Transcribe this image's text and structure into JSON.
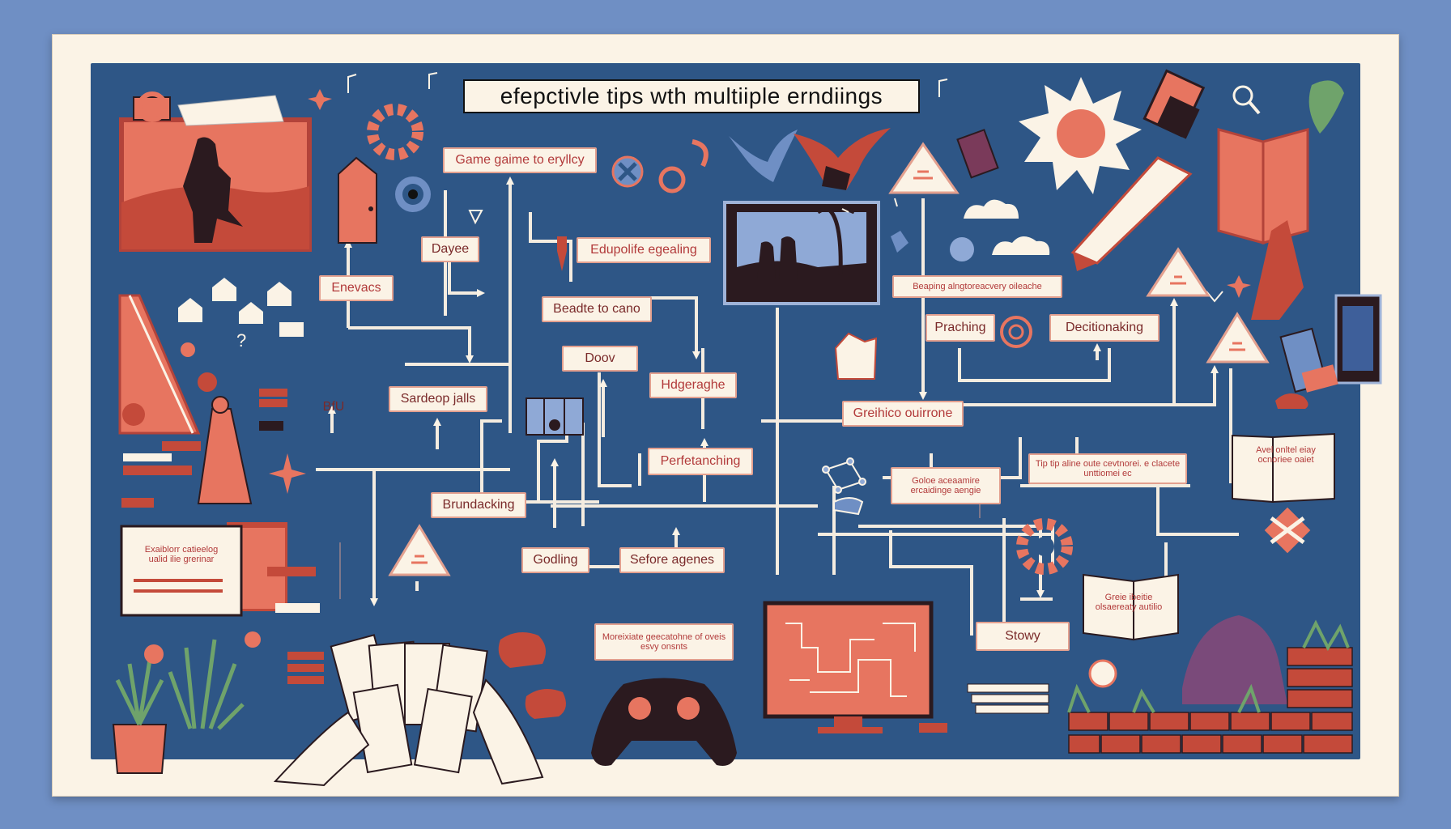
{
  "title": "efepctivle tips wth  multiiple erndiings",
  "nodes": {
    "game_story": "Game gaime to eryllcy",
    "dayee": "Dayee",
    "edupolife": "Edupolife egealing",
    "enevacs": "Enevacs",
    "beadte": "Beadte to cano",
    "doov": "Doov",
    "hdgeraghe": "Hdgeraghe",
    "sardeop": "Sardeop jalls",
    "bfu": "BfU",
    "perfetanching": "Perfetanching",
    "brundacking": "Brundacking",
    "godling": "Godling",
    "sefore": "Sefore agenes",
    "beaping": "Beaping alngtoreacvery oileache",
    "praching": "Praching",
    "decitionaking": "Decitionaking",
    "grelnico": "Greihico ouirrone",
    "goloe": "Goloe aceaamire ercaidinge aengie",
    "tip": "Tip tip aline oute cevtnorei. e clacete unttiomei ec",
    "avel": "Avel onltel eiay ocnoriee oaiet",
    "stowy": "Stowy",
    "exaiblorr": "Exaiblorr catieelog ualid ilie grerinar",
    "moreixiate": "Moreixiate geecatohne of oveis esvy onsnts",
    "greie": "Greie ibeitie olsaereaty autilio"
  }
}
